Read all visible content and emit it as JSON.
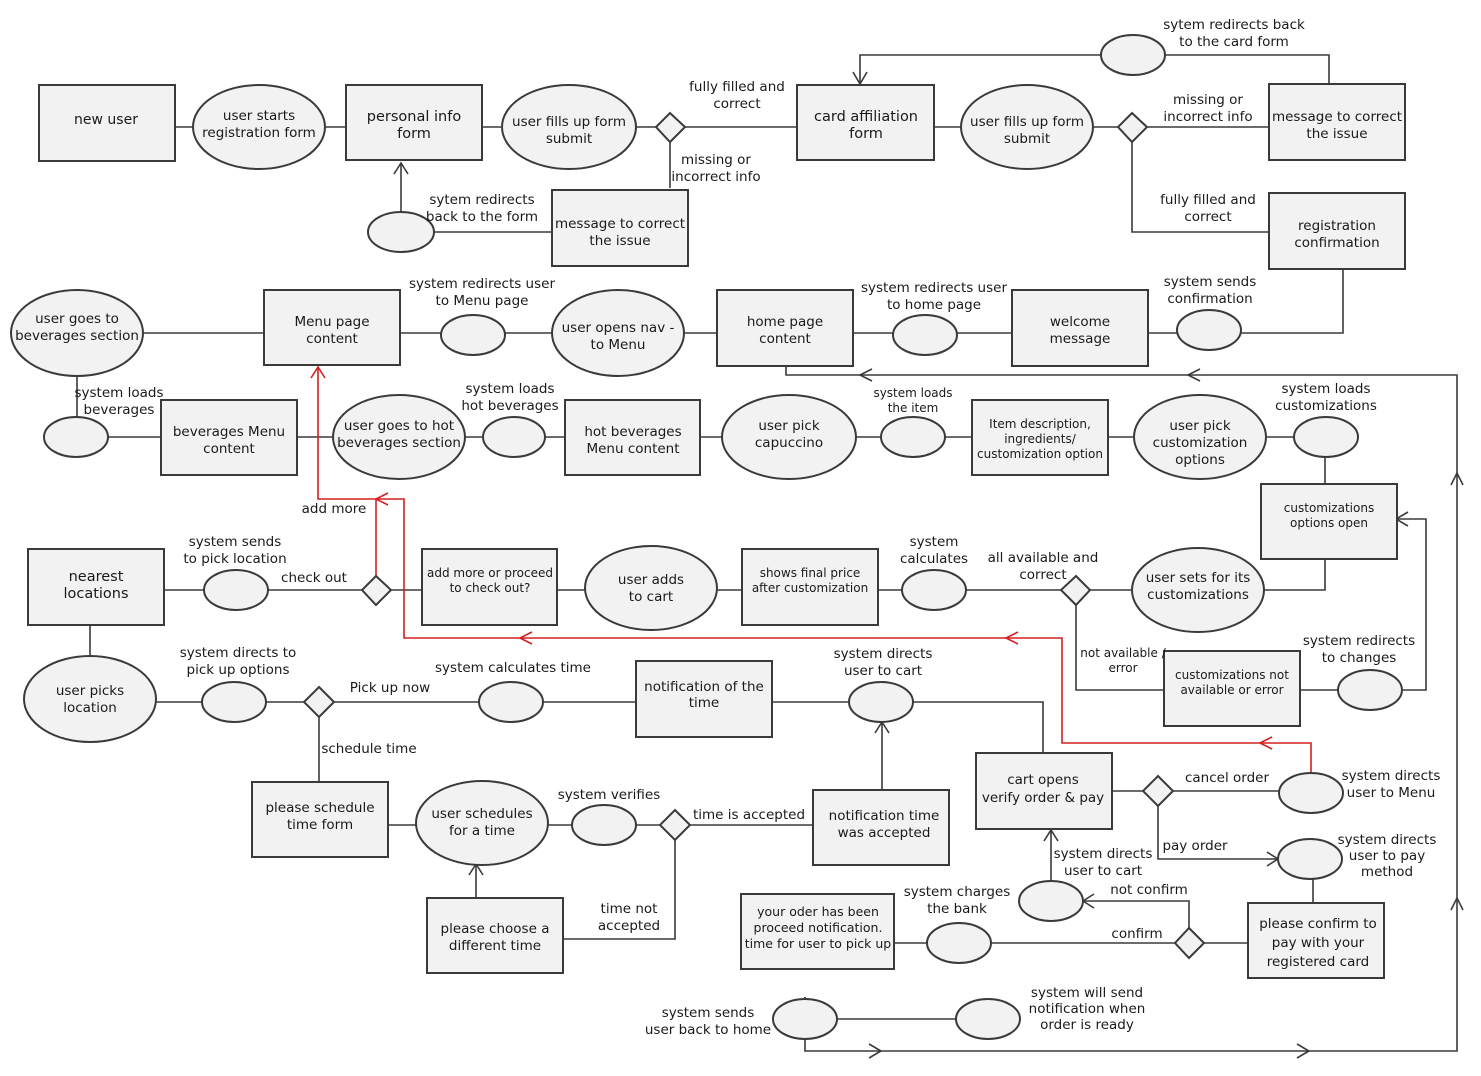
{
  "colors": {
    "node_fill": "#f2f2f2",
    "stroke": "#3a3a3a",
    "add_more_path": "#d32020",
    "text": "#1a1a1a"
  },
  "nodes": {
    "new_user": "new user",
    "user_starts_registration": "user starts\nregistration form",
    "personal_info_form": "personal info\nform",
    "user_fills_form_1": "user fills up form\nsubmit",
    "card_affiliation_form": "card affiliation\nform",
    "user_fills_form_2": "user fills up form\nsubmit",
    "message_correct_2": "message to correct\nthe issue",
    "message_correct_1": "message to correct\nthe issue",
    "registration_confirmation": "registration\nconfirmation",
    "user_goes_beverages": "user goes to\nbeverages section",
    "menu_page_content": "Menu page\ncontent",
    "user_opens_nav": "user opens nav  -\nto Menu",
    "home_page_content": "home page\ncontent",
    "welcome_message": "welcome\nmessage",
    "beverages_menu_content": "beverages Menu\ncontent",
    "user_goes_hot": "user goes to  hot\nbeverages section",
    "hot_beverages_menu": "hot beverages\nMenu content",
    "user_pick_capuccino": "user pick\ncapuccino",
    "item_description": "Item description,\ningredients/\ncustomization option",
    "user_pick_customization": "user pick\ncustomization\noptions",
    "customizations_open": "customizations\noptions open",
    "nearest_locations": "nearest\nlocations",
    "add_more_or_checkout": "add more or proceed\nto check out?",
    "user_adds_cart": "user adds\nto cart",
    "shows_final_price": "shows final price\nafter customization",
    "user_sets_customizations": "user sets for its\ncustomizations",
    "customizations_not_available": "customizations not\navailable or error",
    "user_picks_location": "user picks\nlocation",
    "notification_of_time": "notification of the\ntime",
    "cart_opens": "cart opens\nverify order & pay",
    "please_schedule_form": "please schedule\ntime form",
    "user_schedules": "user schedules\nfor a time",
    "notification_time_accepted": "notification time\nwas accepted",
    "please_choose_time": "please choose a\ndifferent time",
    "order_proceed_notification": "your oder has been\nproceed notification.\ntime for user to pick up",
    "please_confirm_pay": "please confirm to\npay with your\nregistered card"
  },
  "labels": {
    "sytem_redirects_back_card": "sytem redirects  back\nto the card form",
    "fully_filled_1": "fully filled and\ncorrect",
    "missing_1": "missing or\nincorrect info",
    "sytem_redirects_back_form": "sytem redirects\nback to the form",
    "missing_2": "missing or\nincorrect info",
    "fully_filled_2": "fully filled and\ncorrect",
    "system_redirects_menu": "system redirects user\nto Menu page",
    "system_redirects_home": "system redirects user\nto home page",
    "system_sends_confirmation": "system sends\nconfirmation",
    "system_loads_beverages": "system loads\nbeverages",
    "system_loads_hot": "system loads\nhot beverages",
    "system_loads_item": "system loads\nthe item",
    "system_loads_customizations": "system loads\ncustomizations",
    "add_more": "add more",
    "system_sends_pick_location": "system sends\nto pick location",
    "check_out": "check out",
    "system_calculates": "system\ncalculates",
    "all_available": "all available and\ncorrect",
    "not_available": "not available /\nerror",
    "system_redirects_changes": "system redirects\nto changes",
    "system_directs_pickup": "system directs to\npick up options",
    "pick_up_now": "Pick up now",
    "system_calculates_time": "system calculates time",
    "system_directs_cart_1": "system directs\nuser to cart",
    "schedule_time": "schedule time",
    "system_verifies": "system verifies",
    "time_is_accepted": "time is accepted",
    "time_not_accepted": "time not\naccepted",
    "cancel_order": "cancel order",
    "system_directs_menu": "system directs\nuser to Menu",
    "pay_order": "pay order",
    "system_directs_pay": "system directs\nuser to pay\nmethod",
    "system_directs_cart_2": "system directs\nuser to cart",
    "not_confirm": "not confirm",
    "system_charges_bank": "system charges\nthe bank",
    "confirm": "confirm",
    "system_sends_home": "system sends\nuser back to home",
    "system_will_send": "system will send\nnotification when\norder is ready"
  }
}
